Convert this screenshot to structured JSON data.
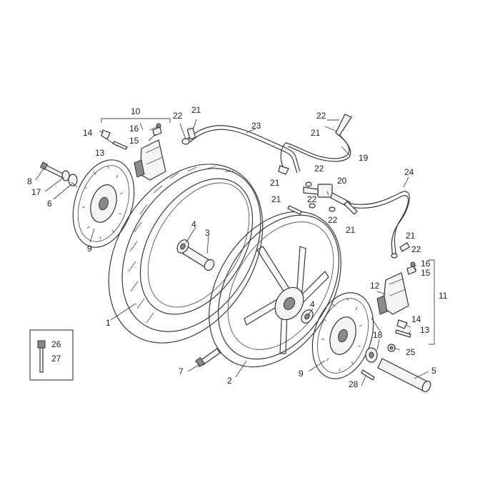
{
  "callouts": [
    {
      "id": "c1",
      "text": "1"
    },
    {
      "id": "c2",
      "text": "2"
    },
    {
      "id": "c3",
      "text": "3"
    },
    {
      "id": "c4a",
      "text": "4"
    },
    {
      "id": "c4b",
      "text": "4"
    },
    {
      "id": "c5",
      "text": "5"
    },
    {
      "id": "c6",
      "text": "6"
    },
    {
      "id": "c7",
      "text": "7"
    },
    {
      "id": "c8",
      "text": "8"
    },
    {
      "id": "c9a",
      "text": "9"
    },
    {
      "id": "c9b",
      "text": "9"
    },
    {
      "id": "c10",
      "text": "10"
    },
    {
      "id": "c11",
      "text": "11"
    },
    {
      "id": "c12",
      "text": "12"
    },
    {
      "id": "c13a",
      "text": "13"
    },
    {
      "id": "c13b",
      "text": "13"
    },
    {
      "id": "c14a",
      "text": "14"
    },
    {
      "id": "c14b",
      "text": "14"
    },
    {
      "id": "c15a",
      "text": "15"
    },
    {
      "id": "c15b",
      "text": "15"
    },
    {
      "id": "c16a",
      "text": "16"
    },
    {
      "id": "c16b",
      "text": "16"
    },
    {
      "id": "c17",
      "text": "17"
    },
    {
      "id": "c18",
      "text": "18"
    },
    {
      "id": "c19",
      "text": "19"
    },
    {
      "id": "c20",
      "text": "20"
    },
    {
      "id": "c21a",
      "text": "21"
    },
    {
      "id": "c21b",
      "text": "21"
    },
    {
      "id": "c21c",
      "text": "21"
    },
    {
      "id": "c21d",
      "text": "21"
    },
    {
      "id": "c21e",
      "text": "21"
    },
    {
      "id": "c21f",
      "text": "21"
    },
    {
      "id": "c22a",
      "text": "22"
    },
    {
      "id": "c22b",
      "text": "22"
    },
    {
      "id": "c22c",
      "text": "22"
    },
    {
      "id": "c22d",
      "text": "22"
    },
    {
      "id": "c22e",
      "text": "22"
    },
    {
      "id": "c22f",
      "text": "22"
    },
    {
      "id": "c23",
      "text": "23"
    },
    {
      "id": "c24",
      "text": "24"
    },
    {
      "id": "c25",
      "text": "25"
    },
    {
      "id": "c26",
      "text": "26"
    },
    {
      "id": "c27",
      "text": "27"
    },
    {
      "id": "c28",
      "text": "28"
    }
  ]
}
